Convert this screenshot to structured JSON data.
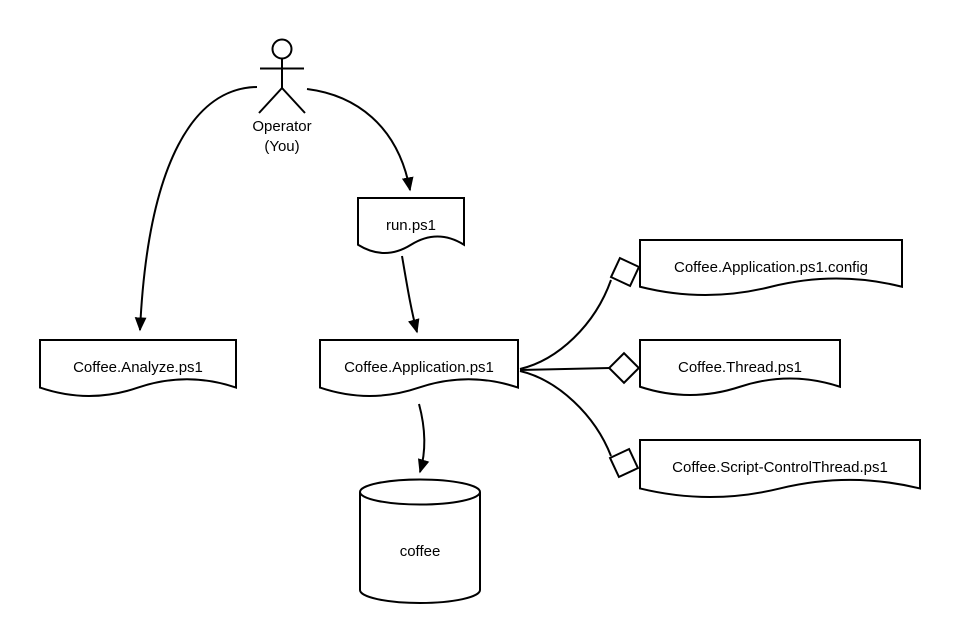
{
  "diagram": {
    "background_color": "#ffffff",
    "stroke_color": "#000000",
    "text_color": "#000000",
    "kind": "flowchart",
    "nodes": {
      "operator": {
        "type": "actor",
        "label_line1": "Operator",
        "label_line2": "(You)"
      },
      "run": {
        "type": "document",
        "label": "run.ps1"
      },
      "analyze": {
        "type": "document",
        "label": "Coffee.Analyze.ps1"
      },
      "application": {
        "type": "document",
        "label": "Coffee.Application.ps1"
      },
      "config": {
        "type": "document",
        "label": "Coffee.Application.ps1.config"
      },
      "thread": {
        "type": "document",
        "label": "Coffee.Thread.ps1"
      },
      "control_thread": {
        "type": "document",
        "label": "Coffee.Script-ControlThread.ps1"
      },
      "database": {
        "type": "cylinder",
        "label": "coffee"
      }
    },
    "edges": [
      {
        "from": "Operator (You)",
        "to": "Coffee.Analyze.ps1",
        "style": "curved-arrow"
      },
      {
        "from": "Operator (You)",
        "to": "run.ps1",
        "style": "curved-arrow"
      },
      {
        "from": "run.ps1",
        "to": "Coffee.Application.ps1",
        "style": "curved-arrow"
      },
      {
        "from": "Coffee.Application.ps1",
        "to": "coffee",
        "style": "curved-arrow"
      },
      {
        "from": "Coffee.Application.ps1",
        "to": "Coffee.Application.ps1.config",
        "style": "diamond-connector"
      },
      {
        "from": "Coffee.Application.ps1",
        "to": "Coffee.Thread.ps1",
        "style": "diamond-connector"
      },
      {
        "from": "Coffee.Application.ps1",
        "to": "Coffee.Script-ControlThread.ps1",
        "style": "diamond-connector"
      }
    ]
  }
}
